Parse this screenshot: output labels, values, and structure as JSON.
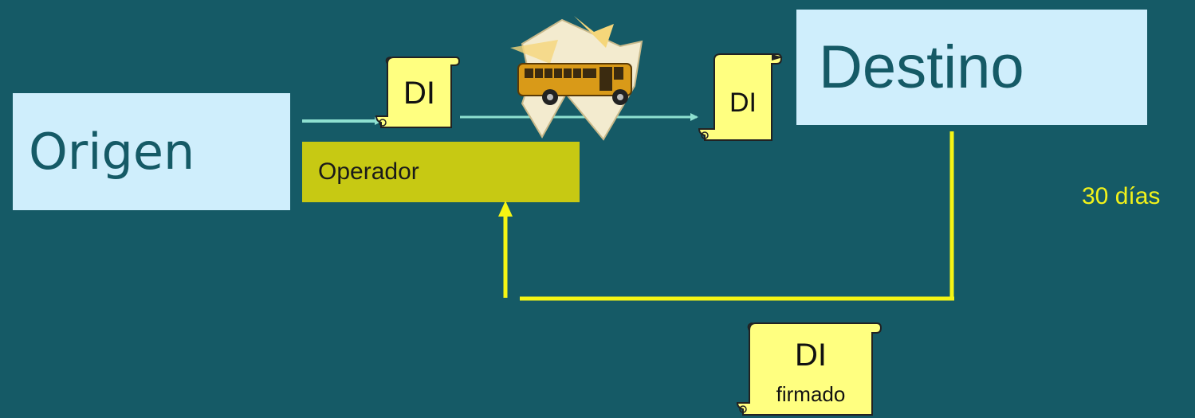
{
  "nodes": {
    "origin": "Origen",
    "destination": "Destino",
    "operator": "Operador"
  },
  "documents": {
    "doc1": "DI",
    "doc2": "DI",
    "doc3_title": "DI",
    "doc3_subtitle": "firmado"
  },
  "return_time": "30 días",
  "icons": [
    "bus-icon",
    "scroll-document-icon"
  ],
  "colors": {
    "background": "#155a66",
    "node_fill": "#cfeefc",
    "operator_fill": "#c7c913",
    "document_fill": "#ffff80",
    "arrow_teal": "#8ee0d0",
    "arrow_yellow": "#f5f514"
  }
}
